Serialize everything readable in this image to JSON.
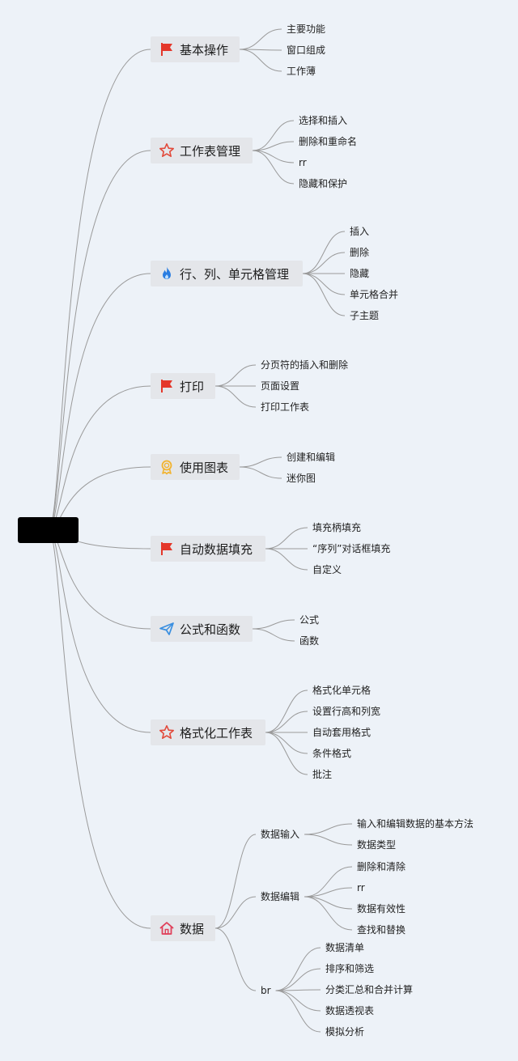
{
  "colors": {
    "background": "#edf2f8",
    "line": "#9a9a9a",
    "flag": "#e4372a",
    "star": "#e24a3b",
    "flame": "#2a7de1",
    "medal": "#f2b32f",
    "send": "#3a8fe0",
    "home": "#e0405a"
  },
  "branches": [
    {
      "label": "基本操作",
      "icon": "flag-icon",
      "children": [
        "主要功能",
        "窗口组成",
        "工作薄"
      ]
    },
    {
      "label": "工作表管理",
      "icon": "star-icon",
      "children": [
        "选择和插入",
        "删除和重命名",
        "rr",
        "隐藏和保护"
      ]
    },
    {
      "label": "行、列、单元格管理",
      "icon": "flame-icon",
      "children": [
        "插入",
        "删除",
        "隐藏",
        "单元格合并",
        "子主题"
      ]
    },
    {
      "label": "打印",
      "icon": "flag-icon",
      "children": [
        "分页符的插入和删除",
        "页面设置",
        "打印工作表"
      ]
    },
    {
      "label": "使用图表",
      "icon": "medal-icon",
      "children": [
        "创建和编辑",
        "迷你图"
      ]
    },
    {
      "label": "自动数据填充",
      "icon": "flag-icon",
      "children": [
        "填充柄填充",
        "“序列”对话框填充",
        "自定义"
      ]
    },
    {
      "label": "公式和函数",
      "icon": "send-icon",
      "children": [
        "公式",
        "函数"
      ]
    },
    {
      "label": "格式化工作表",
      "icon": "star-icon",
      "children": [
        "格式化单元格",
        "设置行高和列宽",
        "自动套用格式",
        "条件格式",
        "批注"
      ]
    },
    {
      "label": "数据",
      "icon": "home-icon",
      "groups": [
        {
          "label": "数据输入",
          "children": [
            "输入和编辑数据的基本方法",
            "数据类型"
          ]
        },
        {
          "label": "数据编辑",
          "children": [
            "删除和清除",
            "rr",
            "数据有效性",
            "查找和替换"
          ]
        },
        {
          "label": "br",
          "children": [
            "数据清单",
            "排序和筛选",
            "分类汇总和合并计算",
            "数据透视表",
            "模拟分析"
          ]
        }
      ]
    }
  ]
}
